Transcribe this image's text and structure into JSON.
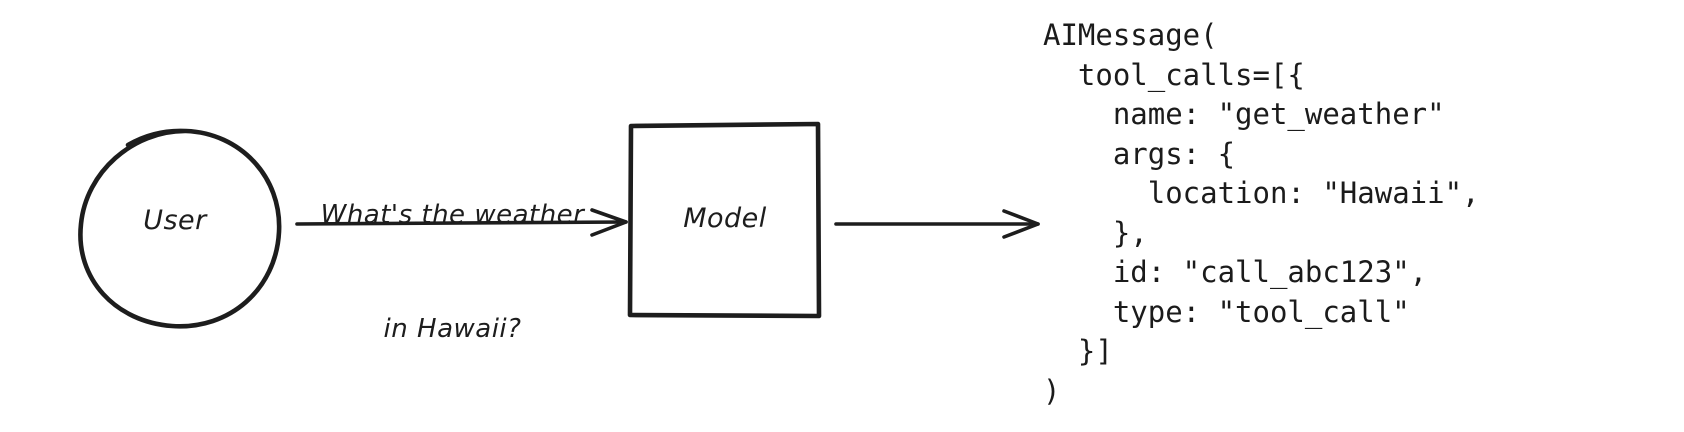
{
  "diagram": {
    "type": "flow",
    "title": "",
    "background_color": "#ffffff",
    "stroke_color": "#1d1d1d",
    "style": "hand-drawn-sketch",
    "nodes": [
      {
        "id": "user",
        "shape": "circle",
        "label": "User"
      },
      {
        "id": "model",
        "shape": "rect",
        "label": "Model"
      }
    ],
    "edges": [
      {
        "from": "user",
        "to": "model",
        "label": "What's the weather\nin Hawaii?",
        "arrow": "single"
      },
      {
        "from": "model",
        "to": "output",
        "label": "",
        "arrow": "single"
      }
    ]
  },
  "labels": {
    "user": "User",
    "model": "Model",
    "prompt_line1": "What's the weather",
    "prompt_line2": "in Hawaii?"
  },
  "code_block": {
    "language": "python",
    "lines": [
      "AIMessage(",
      "  tool_calls=[{",
      "    name: \"get_weather\"",
      "    args: {",
      "      location: \"Hawaii\",",
      "    },",
      "    id: \"call_abc123\",",
      "    type: \"tool_call\"",
      "  }]",
      ")"
    ],
    "full_text": "AIMessage(\n  tool_calls=[{\n    name: \"get_weather\"\n    args: {\n      location: \"Hawaii\",\n    },\n    id: \"call_abc123\",\n    type: \"tool_call\"\n  }]\n)",
    "fields": {
      "message_class": "AIMessage",
      "tool_call_name": "get_weather",
      "tool_call_args_location": "Hawaii",
      "tool_call_id": "call_abc123",
      "tool_call_type": "tool_call"
    }
  }
}
